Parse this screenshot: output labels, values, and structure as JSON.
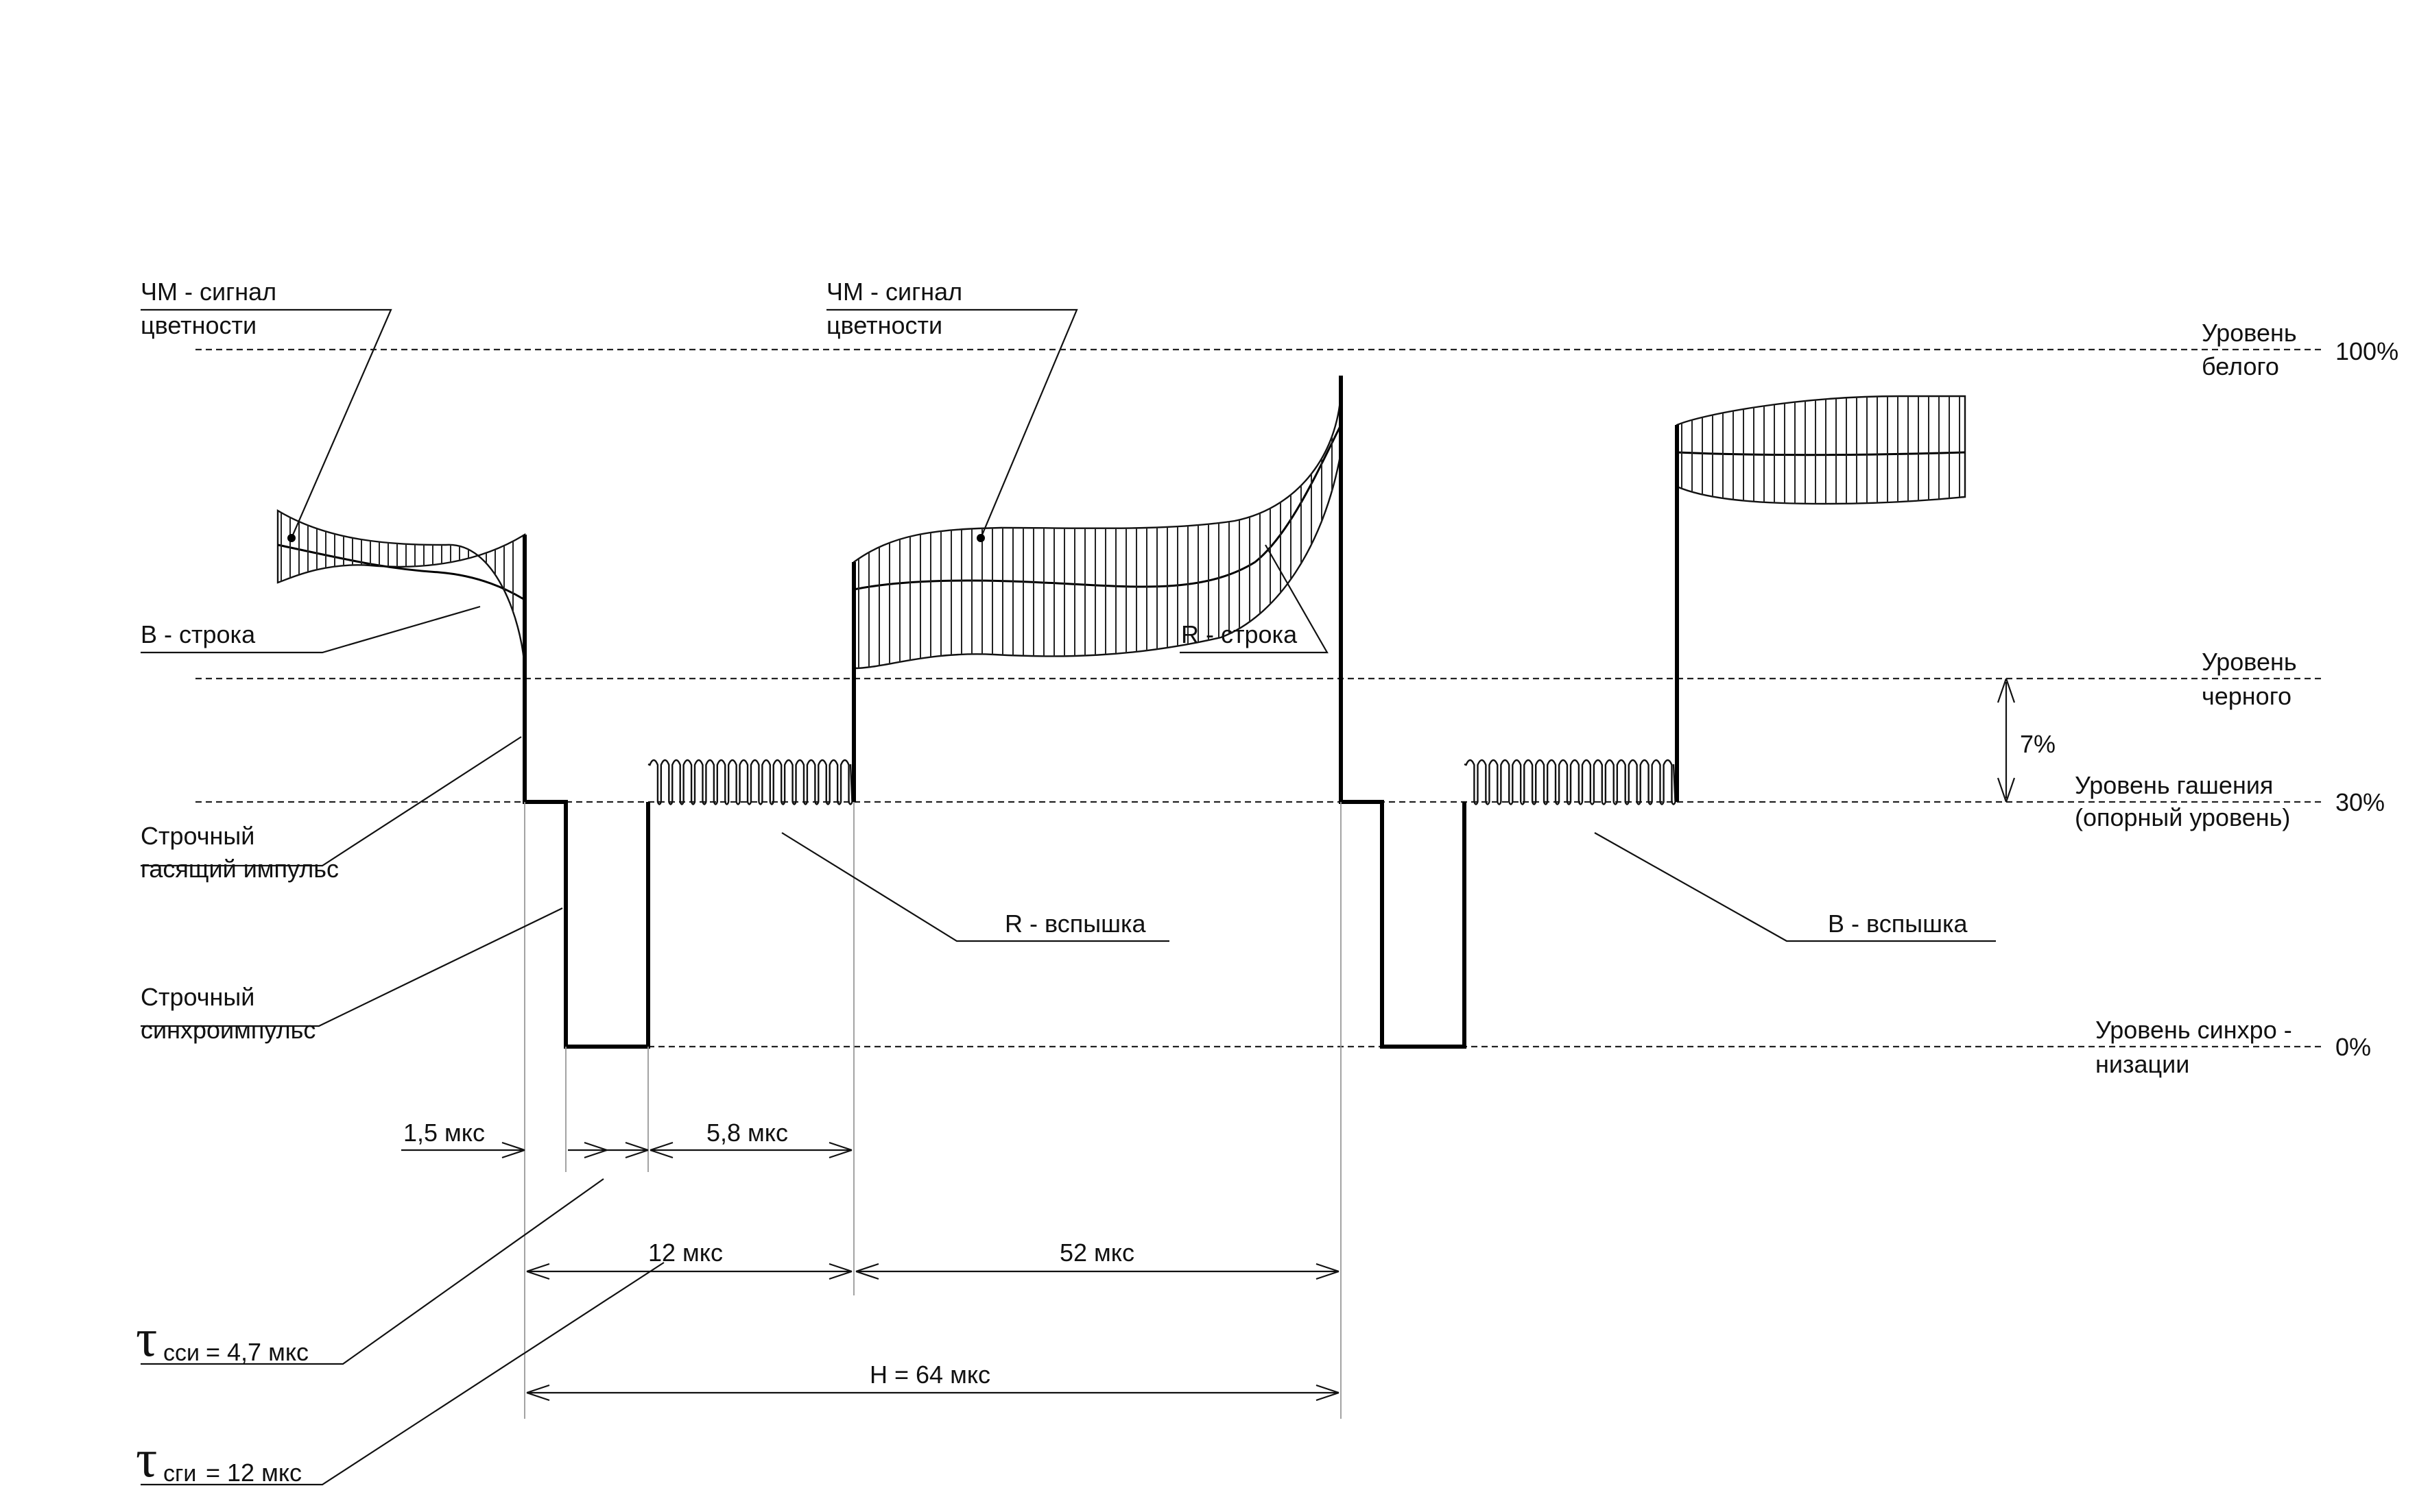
{
  "labels": {
    "chroma_left_1": "ЧМ - сигнал",
    "chroma_left_2": "цветности",
    "chroma_mid_1": "ЧМ - сигнал",
    "chroma_mid_2": "цветности",
    "white_1": "Уровень",
    "white_2": "белого",
    "white_pct": "100%",
    "black_1": "Уровень",
    "black_2": "черного",
    "black_pct": "7%",
    "blank_1": "Уровень гашения",
    "blank_2": "(опорный уровень)",
    "blank_pct": "30%",
    "sync_1": "Уровень синхро -",
    "sync_2": "низации",
    "sync_pct": "0%",
    "b_line": "В - строка",
    "r_line": "R - строка",
    "hblank_1": "Строчный",
    "hblank_2": "гасящий импульс",
    "hsync_1": "Строчный",
    "hsync_2": "синхроимпульс",
    "r_burst": "R - вспышка",
    "b_burst": "В - вспышка",
    "d_front": "1,5 мкс",
    "d_burst": "5,8 мкс",
    "d_blank": "12 мкс",
    "d_active": "52 мкс",
    "d_period": "Н = 64 мкс",
    "tau_symbol": "τ",
    "tau_sync_sub": "сси",
    "tau_sync_val": " = 4,7 мкс",
    "tau_blank_sub": "сги",
    "tau_blank_val": " = 12 мкс"
  }
}
